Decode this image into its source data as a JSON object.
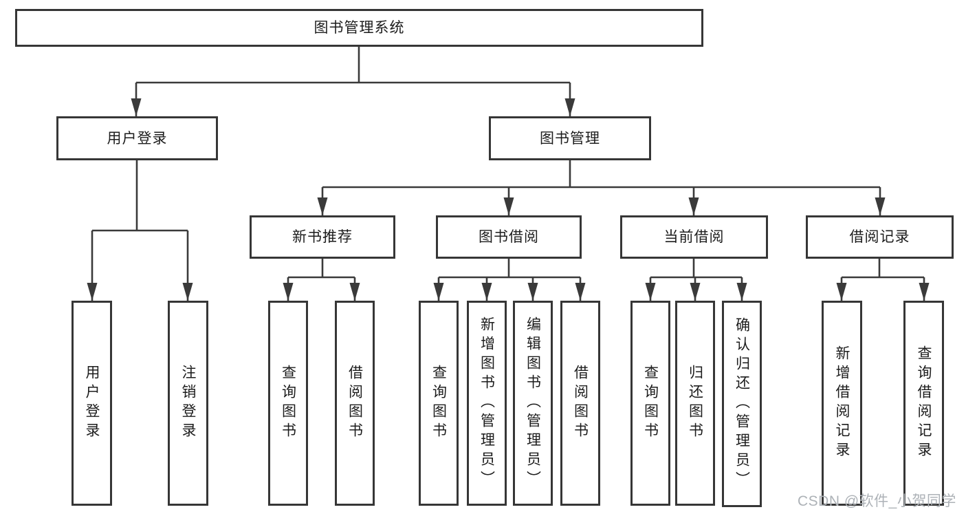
{
  "diagram": {
    "root": {
      "label": "图书管理系统"
    },
    "branches": [
      {
        "label": "用户登录",
        "children": [
          {
            "label": "用户登录"
          },
          {
            "label": "注销登录"
          }
        ]
      },
      {
        "label": "图书管理",
        "children": [
          {
            "label": "新书推荐",
            "children": [
              {
                "label": "查询图书"
              },
              {
                "label": "借阅图书"
              }
            ]
          },
          {
            "label": "图书借阅",
            "children": [
              {
                "label": "查询图书"
              },
              {
                "label": "新增图书（管理员）"
              },
              {
                "label": "编辑图书（管理员）"
              },
              {
                "label": "借阅图书"
              }
            ]
          },
          {
            "label": "当前借阅",
            "children": [
              {
                "label": "查询图书"
              },
              {
                "label": "归还图书"
              },
              {
                "label": "确认归还（管理员）"
              }
            ]
          },
          {
            "label": "借阅记录",
            "children": [
              {
                "label": "新增借阅记录"
              },
              {
                "label": "查询借阅记录"
              }
            ]
          }
        ]
      }
    ]
  },
  "colors": {
    "line": "#3a3a3a",
    "border": "#363636",
    "text": "#1c1c1c",
    "watermark": "#adb2b7"
  },
  "watermark": {
    "text": "CSDN @软件_小贺同学"
  }
}
